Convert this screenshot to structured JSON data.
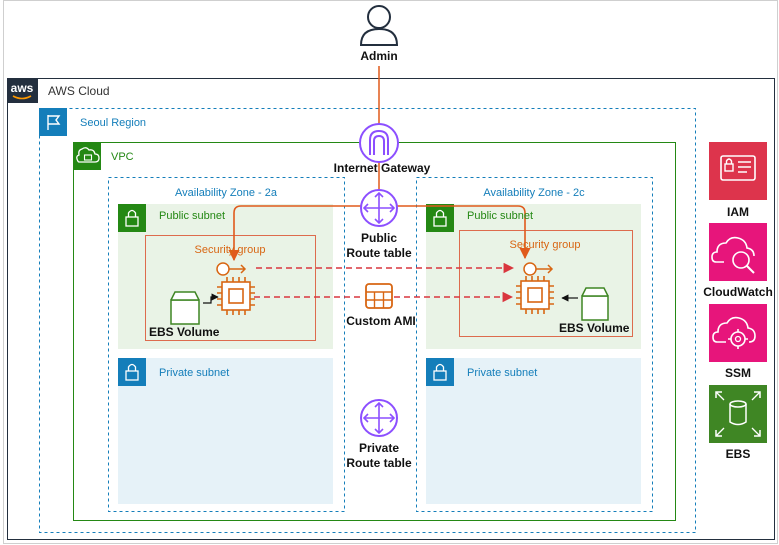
{
  "users": {
    "admin": "Admin"
  },
  "groups": {
    "aws_cloud": "AWS Cloud",
    "region": "Seoul Region",
    "vpc": "VPC",
    "az_a": "Availability Zone - 2a",
    "az_c": "Availability Zone - 2c",
    "public_subnet": "Public subnet",
    "private_subnet": "Private subnet",
    "security_group": "Security group"
  },
  "network": {
    "internet_gateway": "Internet Gateway",
    "public_route_table": [
      "Public",
      "Route table"
    ],
    "private_route_table": [
      "Private",
      "Route table"
    ],
    "custom_ami": "Custom AMI"
  },
  "resources": {
    "ebs_volume": "EBS Volume"
  },
  "services": [
    "IAM",
    "CloudWatch",
    "SSM",
    "EBS"
  ],
  "colors": {
    "connector_orange": "#e05a1c",
    "compute_orange": "#d86613",
    "network_purple": "#8c4fff",
    "security_red": "#dd344c",
    "management_pink": "#e7157b",
    "storage_green": "#3f8624",
    "subnet_green": "#e9f3e6",
    "subnet_blue": "#e6f2f8",
    "region_blue": "#147eba",
    "vpc_green": "#248814"
  }
}
